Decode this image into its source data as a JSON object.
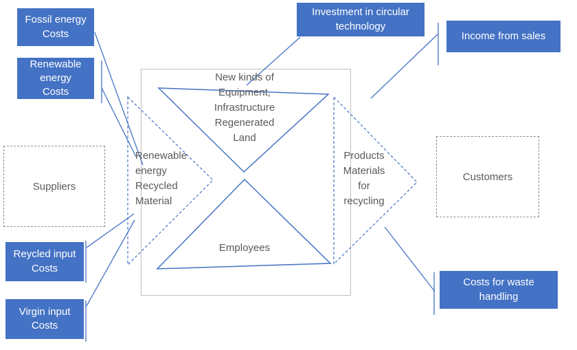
{
  "diagram": {
    "title": "Circular business model flow diagram",
    "boxes": {
      "fossil": "Fossil energy\nCosts",
      "renewable": "Renewable\nenergy\nCosts",
      "investment": "Investment in circular\ntechnology",
      "income": "Income from sales",
      "recycled": "Reycled input\nCosts",
      "virgin": "Virgin input\nCosts",
      "waste": "Costs for waste\nhandling"
    },
    "entities": {
      "suppliers": "Suppliers",
      "customers": "Customers"
    },
    "center": {
      "top": "New kinds of\nEquipment,\nInfrastructure\nRegenerated\nLand",
      "left": "Renewable\nenergy\nRecycled\nMaterial",
      "right": "Products\nMaterials\nfor\nrecycling",
      "bottom": "Employees"
    },
    "colors": {
      "accent_blue": "#4472c4",
      "gray_text": "#595959",
      "square_border": "#bfbfbf",
      "dashed_border": "#8c8c8c",
      "box_text": "#ffffff"
    }
  }
}
